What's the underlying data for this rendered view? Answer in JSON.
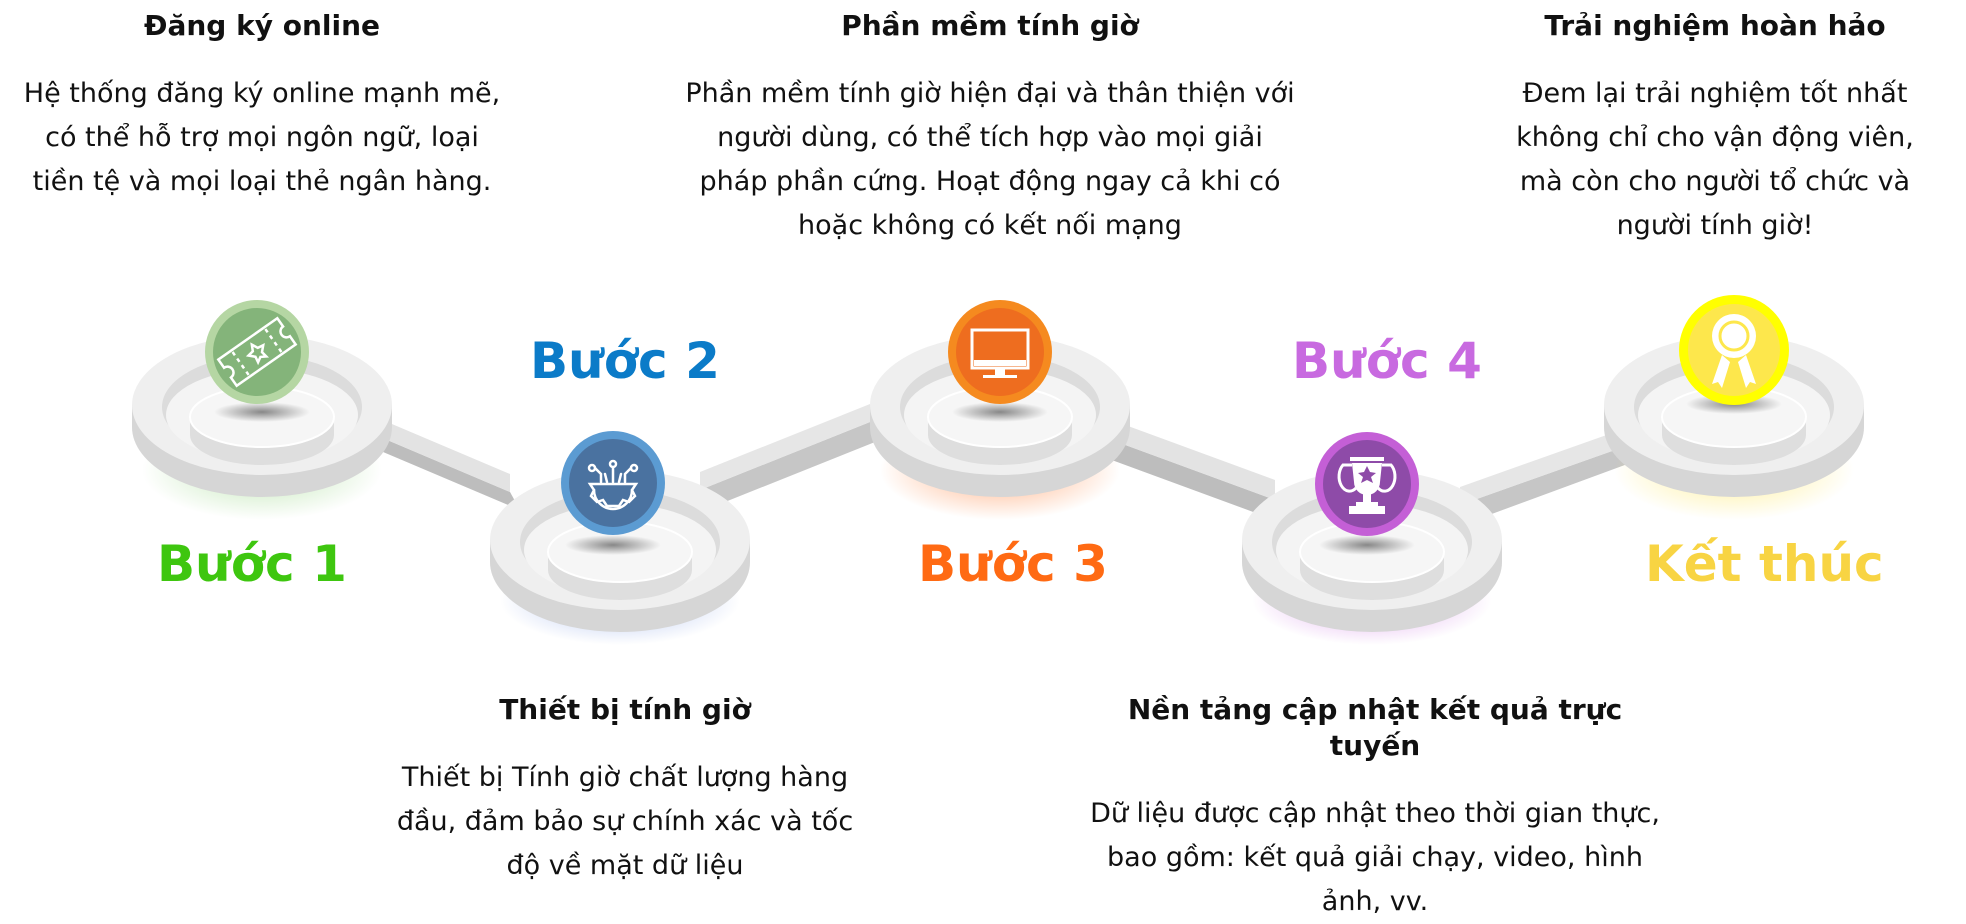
{
  "colors": {
    "step1": "#3EC60F",
    "step2": "#0B7BC8",
    "step3": "#FF6A13",
    "step4": "#C86AE0",
    "finish": "#F8D443"
  },
  "steps": [
    {
      "label": "Bước 1",
      "icon": "ticket-icon",
      "title": "Đăng ký online",
      "body": "Hệ thống đăng ký online mạnh mẽ, có thể hỗ trợ mọi ngôn ngữ, loại tiền tệ và mọi loại thẻ ngân hàng."
    },
    {
      "label": "Bước 2",
      "icon": "circuit-gear-icon",
      "title": "Thiết bị tính giờ",
      "body": "Thiết bị Tính giờ chất lượng hàng đầu, đảm bảo sự chính xác và tốc độ về mặt dữ liệu"
    },
    {
      "label": "Bước 3",
      "icon": "monitor-icon",
      "title": "Phần mềm tính giờ",
      "body": "Phần mềm tính giờ hiện đại và thân thiện với người dùng, có thể tích hợp vào mọi giải pháp phần cứng. Hoạt động ngay cả khi có hoặc không có kết nối mạng"
    },
    {
      "label": "Bước 4",
      "icon": "trophy-icon",
      "title": "Nền tảng cập nhật kết quả trực tuyến",
      "body": "Dữ liệu được cập nhật theo thời gian thực, bao gồm: kết quả giải chạy, video, hình ảnh, vv."
    },
    {
      "label": "Kết thúc",
      "icon": "award-ribbon-icon",
      "title": "Trải nghiệm hoàn hảo",
      "body": "Đem lại trải nghiệm tốt nhất không chỉ cho vận động viên, mà còn cho người tổ chức và người tính giờ!"
    }
  ]
}
